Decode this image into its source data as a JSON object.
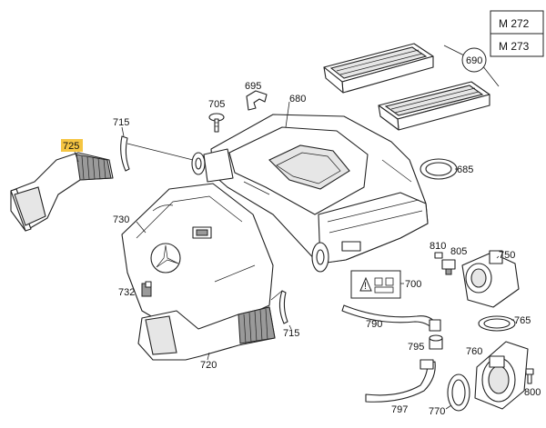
{
  "engine_variants": [
    "M 272",
    "M 273"
  ],
  "highlighted_part": "725",
  "part_numbers": {
    "p690": "690",
    "p695": "695",
    "p705": "705",
    "p680": "680",
    "p715a": "715",
    "p725": "725",
    "p685": "685",
    "p730": "730",
    "p810": "810",
    "p805": "805",
    "p750": "750",
    "p732": "732",
    "p700": "700",
    "p715b": "715",
    "p790": "790",
    "p765": "765",
    "p795": "795",
    "p760": "760",
    "p720": "720",
    "p797": "797",
    "p770": "770",
    "p800": "800"
  },
  "colors": {
    "highlight": "#f5c542",
    "line": "#222222"
  }
}
